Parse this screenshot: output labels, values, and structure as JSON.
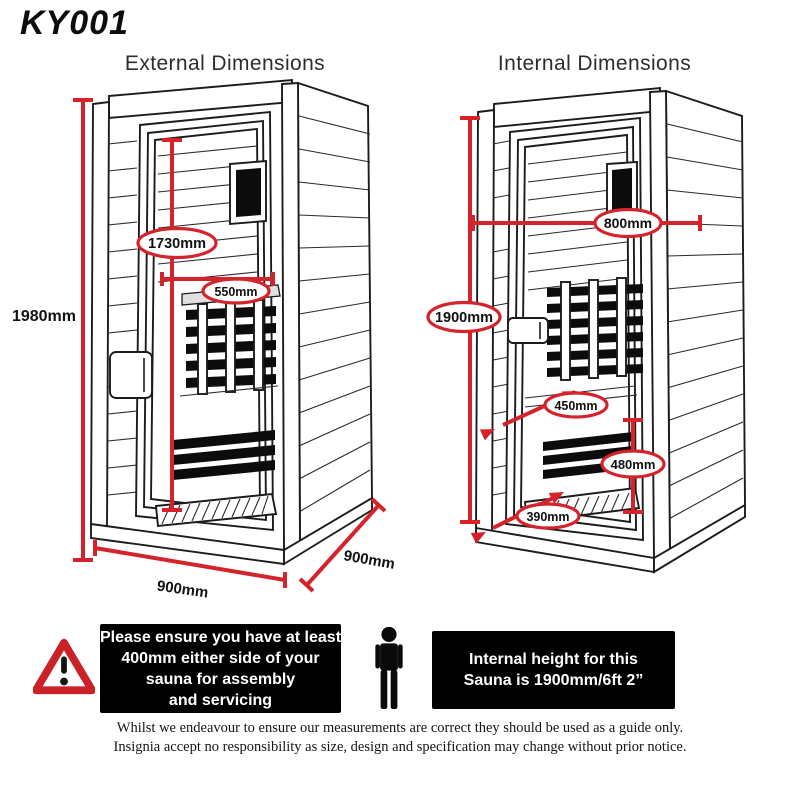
{
  "model": "KY001",
  "figures": {
    "external": {
      "title": "External Dimensions",
      "overall_height": "1980mm",
      "door_height": "1730mm",
      "door_width": "550mm",
      "base_width": "900mm",
      "base_depth": "900mm"
    },
    "internal": {
      "title": "Internal Dimensions",
      "height": "1900mm",
      "width": "800mm",
      "bench_depth": "450mm",
      "heater_height": "480mm",
      "floor_depth": "390mm"
    }
  },
  "notices": {
    "clearance": {
      "lines": [
        "Please ensure you have at least",
        "400mm either side of your",
        "sauna for assembly",
        "and servicing"
      ]
    },
    "internal_height": {
      "lines": [
        "Internal height for this",
        "Sauna is 1900mm/6ft 2”"
      ]
    }
  },
  "disclaimer": {
    "line1": "Whilst we endeavour to ensure our measurements are correct they should be used as a guide only.",
    "line2": "Insignia accept no responsibility as size, design and specification may change without prior notice."
  },
  "icons": {
    "warning": "warning-triangle",
    "person": "person-silhouette"
  },
  "colors": {
    "dimension_red": "#d5232b",
    "line_black": "#1c1c1c",
    "notice_bg": "#000000"
  }
}
